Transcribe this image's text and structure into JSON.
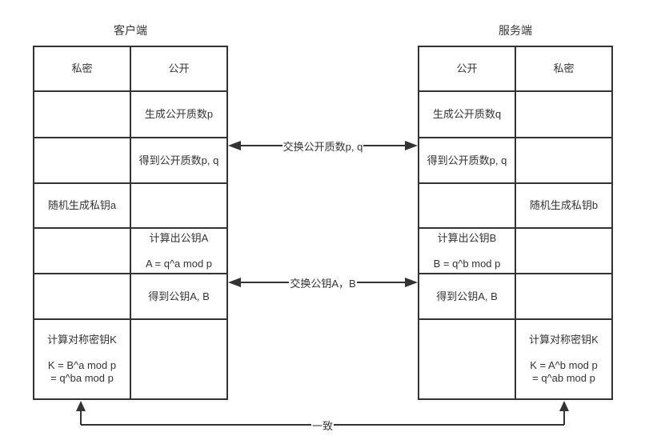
{
  "client": {
    "title": "客户端",
    "columns": [
      "私密",
      "公开"
    ],
    "rows": [
      {
        "secret": "",
        "public": "生成公开质数p"
      },
      {
        "secret": "",
        "public": "得到公开质数p, q"
      },
      {
        "secret": "随机生成私钥a",
        "public": ""
      },
      {
        "secret": "",
        "public": "计算出公钥A\n\nA = q^a mod p"
      },
      {
        "secret": "",
        "public": "得到公钥A, B"
      },
      {
        "secret": "计算对称密钥K\n\nK = B^a mod p\n= q^ba mod p",
        "public": ""
      }
    ]
  },
  "server": {
    "title": "服务端",
    "columns": [
      "公开",
      "私密"
    ],
    "rows": [
      {
        "public": "生成公开质数q",
        "secret": ""
      },
      {
        "public": "得到公开质数p, q",
        "secret": ""
      },
      {
        "public": "",
        "secret": "随机生成私钥b"
      },
      {
        "public": "计算出公钥B\n\nB = q^b mod p",
        "secret": ""
      },
      {
        "public": "得到公钥A, B",
        "secret": ""
      },
      {
        "public": "",
        "secret": "计算对称密钥K\n\nK = A^b mod p\n= q^ab mod p"
      }
    ]
  },
  "arrows": {
    "exchange_primes": "交换公开质数p, q",
    "exchange_keys": "交换公钥A，B",
    "consistent": "一致"
  },
  "colors": {
    "line": "#333333",
    "text": "#333333",
    "background": "#ffffff"
  }
}
